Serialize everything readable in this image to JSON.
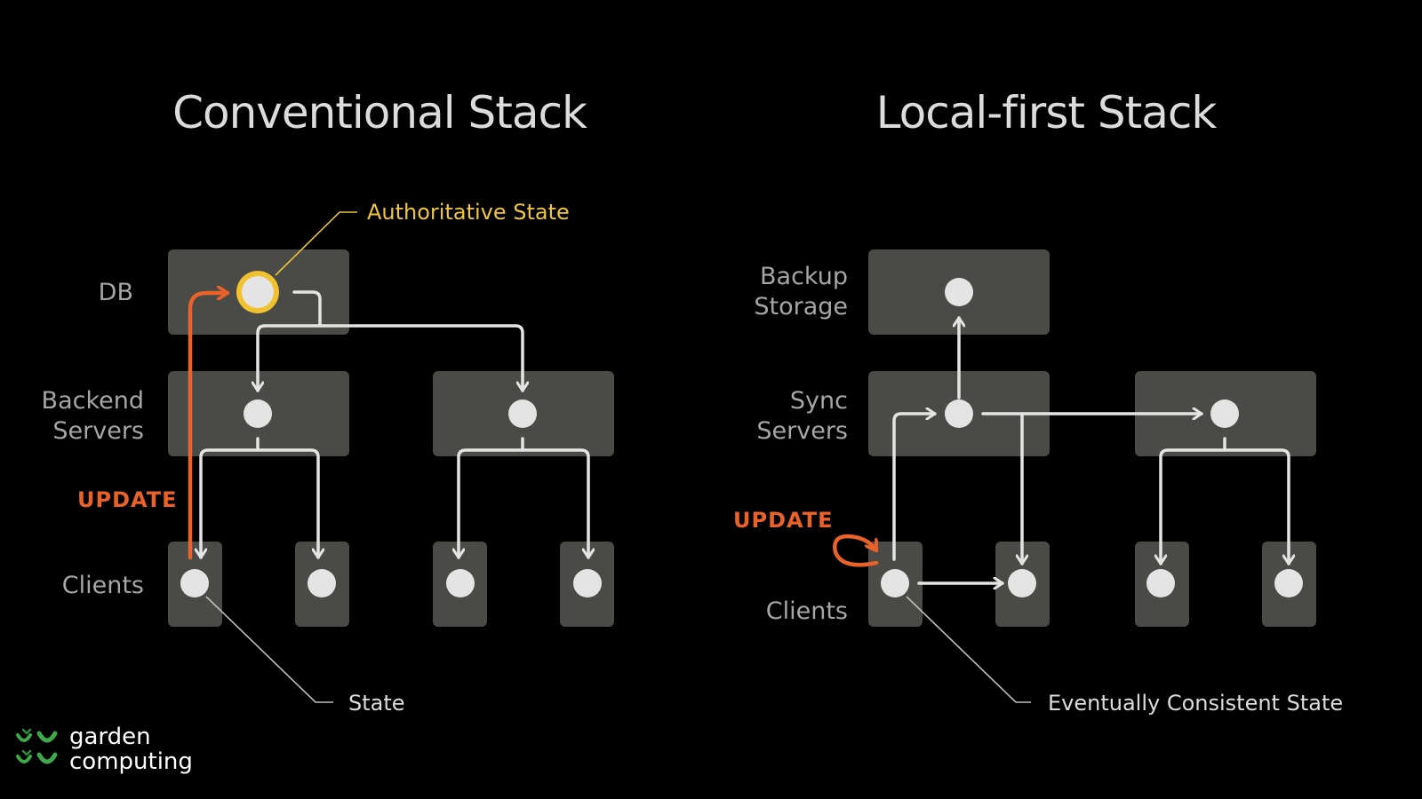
{
  "conventional": {
    "title": "Conventional Stack",
    "labels": {
      "db": "DB",
      "backend_line1": "Backend",
      "backend_line2": "Servers",
      "clients": "Clients"
    },
    "update": "UPDATE",
    "authoritative_state": "Authoritative State",
    "state": "State"
  },
  "local_first": {
    "title": "Local-first Stack",
    "labels": {
      "backup_line1": "Backup",
      "backup_line2": "Storage",
      "sync_line1": "Sync",
      "sync_line2": "Servers",
      "clients": "Clients"
    },
    "update": "UPDATE",
    "eventual_state": "Eventually Consistent State"
  },
  "logo": {
    "line1": "garden",
    "line2": "computing",
    "icon": "sprout-icon"
  },
  "colors": {
    "background": "#000000",
    "box": "#4a4a47",
    "node": "#e4e4e4",
    "update_accent": "#e8622a",
    "authoritative_accent": "#f0c640",
    "logo_green": "#3fa84a"
  }
}
